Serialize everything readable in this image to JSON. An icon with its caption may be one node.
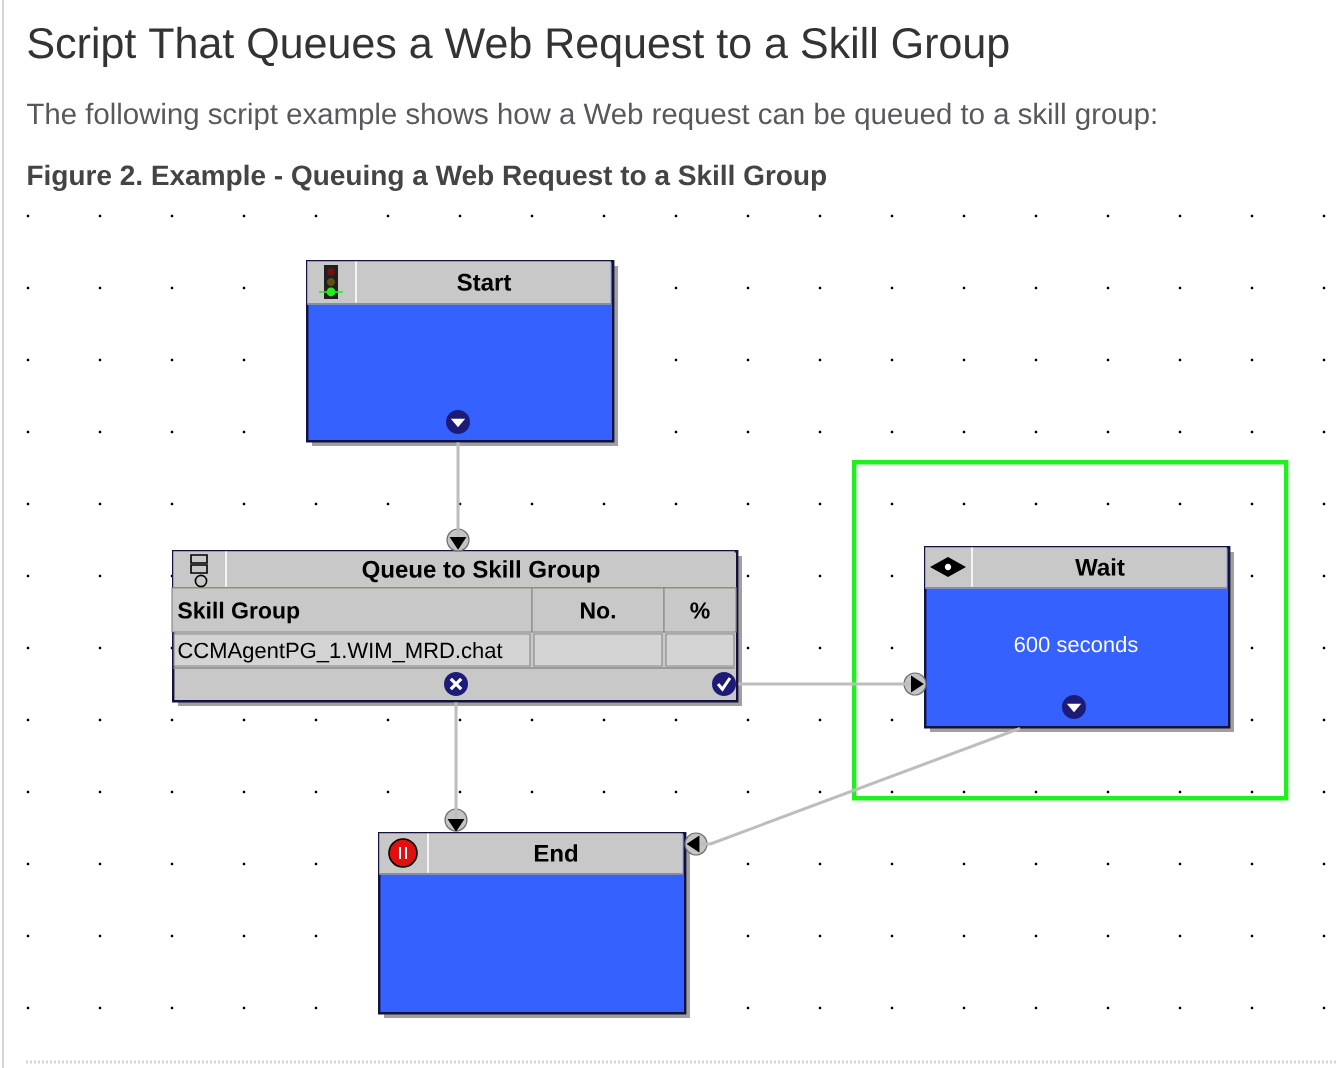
{
  "diagram": {
    "title": "Script That Queues a Web Request to a Skill Group",
    "caption": "Figure 2. Example - Queuing a Web Request to a Skill Group",
    "nodes": [
      {
        "text": [
          "Start"
        ]
      },
      {
        "text": [
          "Queue to Skill Group",
          "Skill Group",
          "No.",
          "%",
          "CCMAgentPG_1.WIM_MRD.chat"
        ]
      },
      {
        "text": [],
        "shape": "box"
      },
      {
        "text": [
          "Wait",
          "600 seconds"
        ],
        "in": 2
      },
      {
        "text": [
          "End"
        ]
      }
    ],
    "edges": [
      {
        "from": 0,
        "to": 1,
        "arrow": "to"
      },
      {
        "from": 1,
        "to": 3,
        "arrow": "to"
      },
      {
        "from": 1,
        "to": 4,
        "arrow": "to"
      },
      {
        "from": 3,
        "to": 4,
        "arrow": "to"
      }
    ],
    "labels": [
      "The following script example shows how a Web request can be queued to a skill group:"
    ]
  }
}
